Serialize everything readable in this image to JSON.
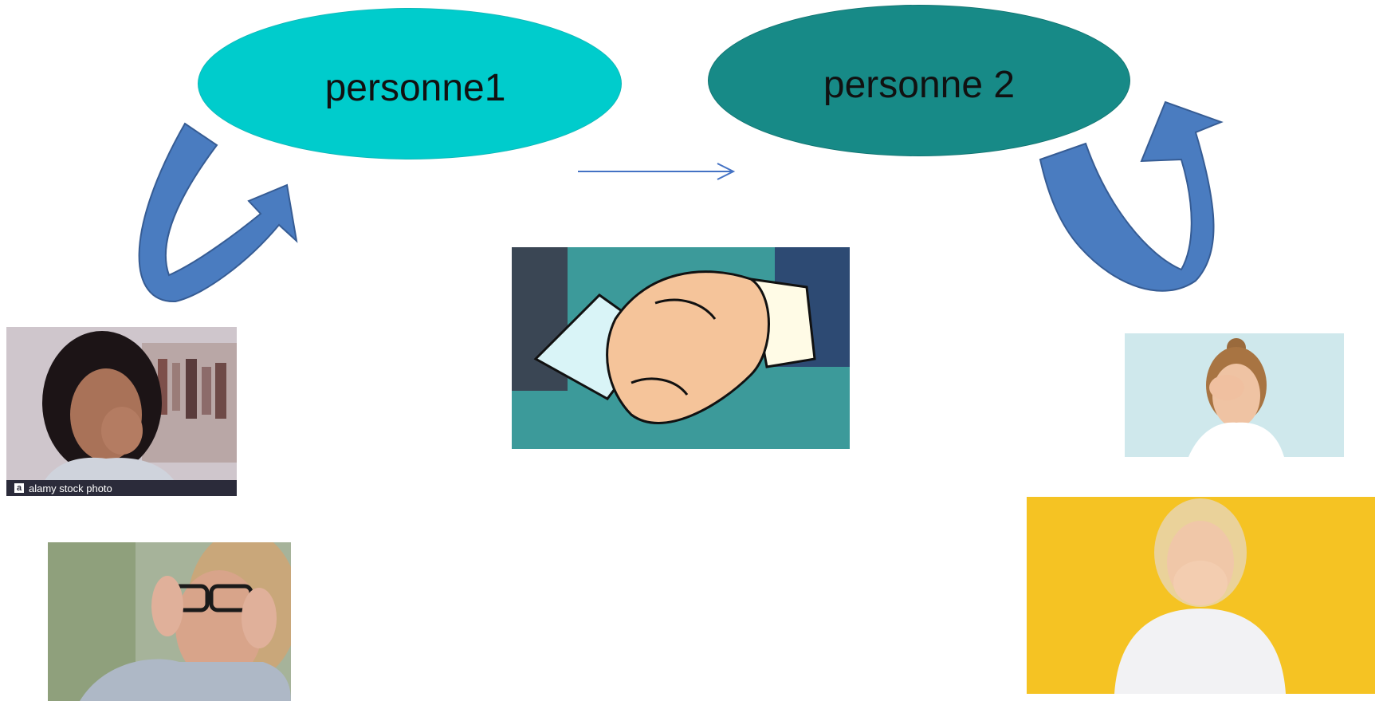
{
  "nodes": {
    "person1_label": "personne1",
    "person2_label": "personne 2"
  },
  "colors": {
    "person1_fill": "#00cccc",
    "person2_fill": "#178a87",
    "curved_arrow": "#4a78b8",
    "connector_arrow": "#4472c4"
  },
  "images": {
    "left_top": {
      "watermark": "alamy stock photo",
      "logo_letter": "a"
    },
    "left_bottom": {},
    "center": {},
    "right_top": {},
    "right_bottom": {}
  }
}
